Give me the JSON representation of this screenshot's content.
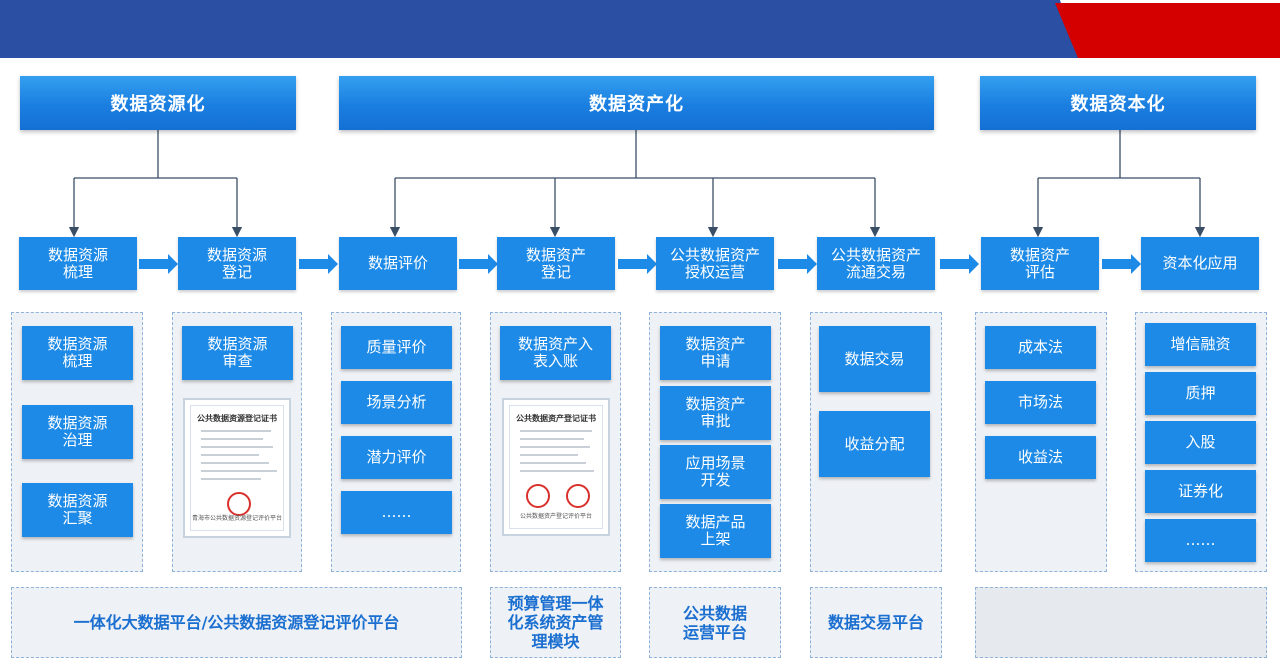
{
  "header": {
    "bar_color": "#2b4fa3",
    "accent_color": "#d40000"
  },
  "phases": [
    {
      "label": "数据资源化"
    },
    {
      "label": "数据资产化"
    },
    {
      "label": "数据资本化"
    }
  ],
  "steps": [
    {
      "label": "数据资源\n梳理"
    },
    {
      "label": "数据资源\n登记"
    },
    {
      "label": "数据评价"
    },
    {
      "label": "数据资产\n登记"
    },
    {
      "label": "公共数据资产\n授权运营"
    },
    {
      "label": "公共数据资产\n流通交易"
    },
    {
      "label": "数据资产\n评估"
    },
    {
      "label": "资本化应用"
    }
  ],
  "columns": [
    {
      "items": [
        "数据资源\n梳理",
        "数据资源\n治理",
        "数据资源\n汇聚"
      ]
    },
    {
      "items": [
        "数据资源\n审查"
      ],
      "certificate": {
        "title": "公共数据资源登记证书",
        "footer": "青海市公共数据资源登记评价平台"
      }
    },
    {
      "items": [
        "质量评价",
        "场景分析",
        "潜力评价",
        "……"
      ]
    },
    {
      "items": [
        "数据资产入\n表入账"
      ],
      "certificate": {
        "title": "公共数据资产登记证书",
        "footer": "公共数据资产登记评价平台"
      }
    },
    {
      "items": [
        "数据资产\n申请",
        "数据资产\n审批",
        "应用场景\n开发",
        "数据产品\n上架"
      ]
    },
    {
      "items": [
        "数据交易",
        "收益分配"
      ]
    },
    {
      "items": [
        "成本法",
        "市场法",
        "收益法"
      ]
    },
    {
      "items": [
        "增信融资",
        "质押",
        "入股",
        "证券化",
        "……"
      ]
    }
  ],
  "platforms": [
    {
      "label": "一体化大数据平台/公共数据资源登记评价平台"
    },
    {
      "label": "预算管理一体\n化系统资产管\n理模块"
    },
    {
      "label": "公共数据\n运营平台"
    },
    {
      "label": "数据交易平台"
    },
    {
      "label": ""
    }
  ]
}
